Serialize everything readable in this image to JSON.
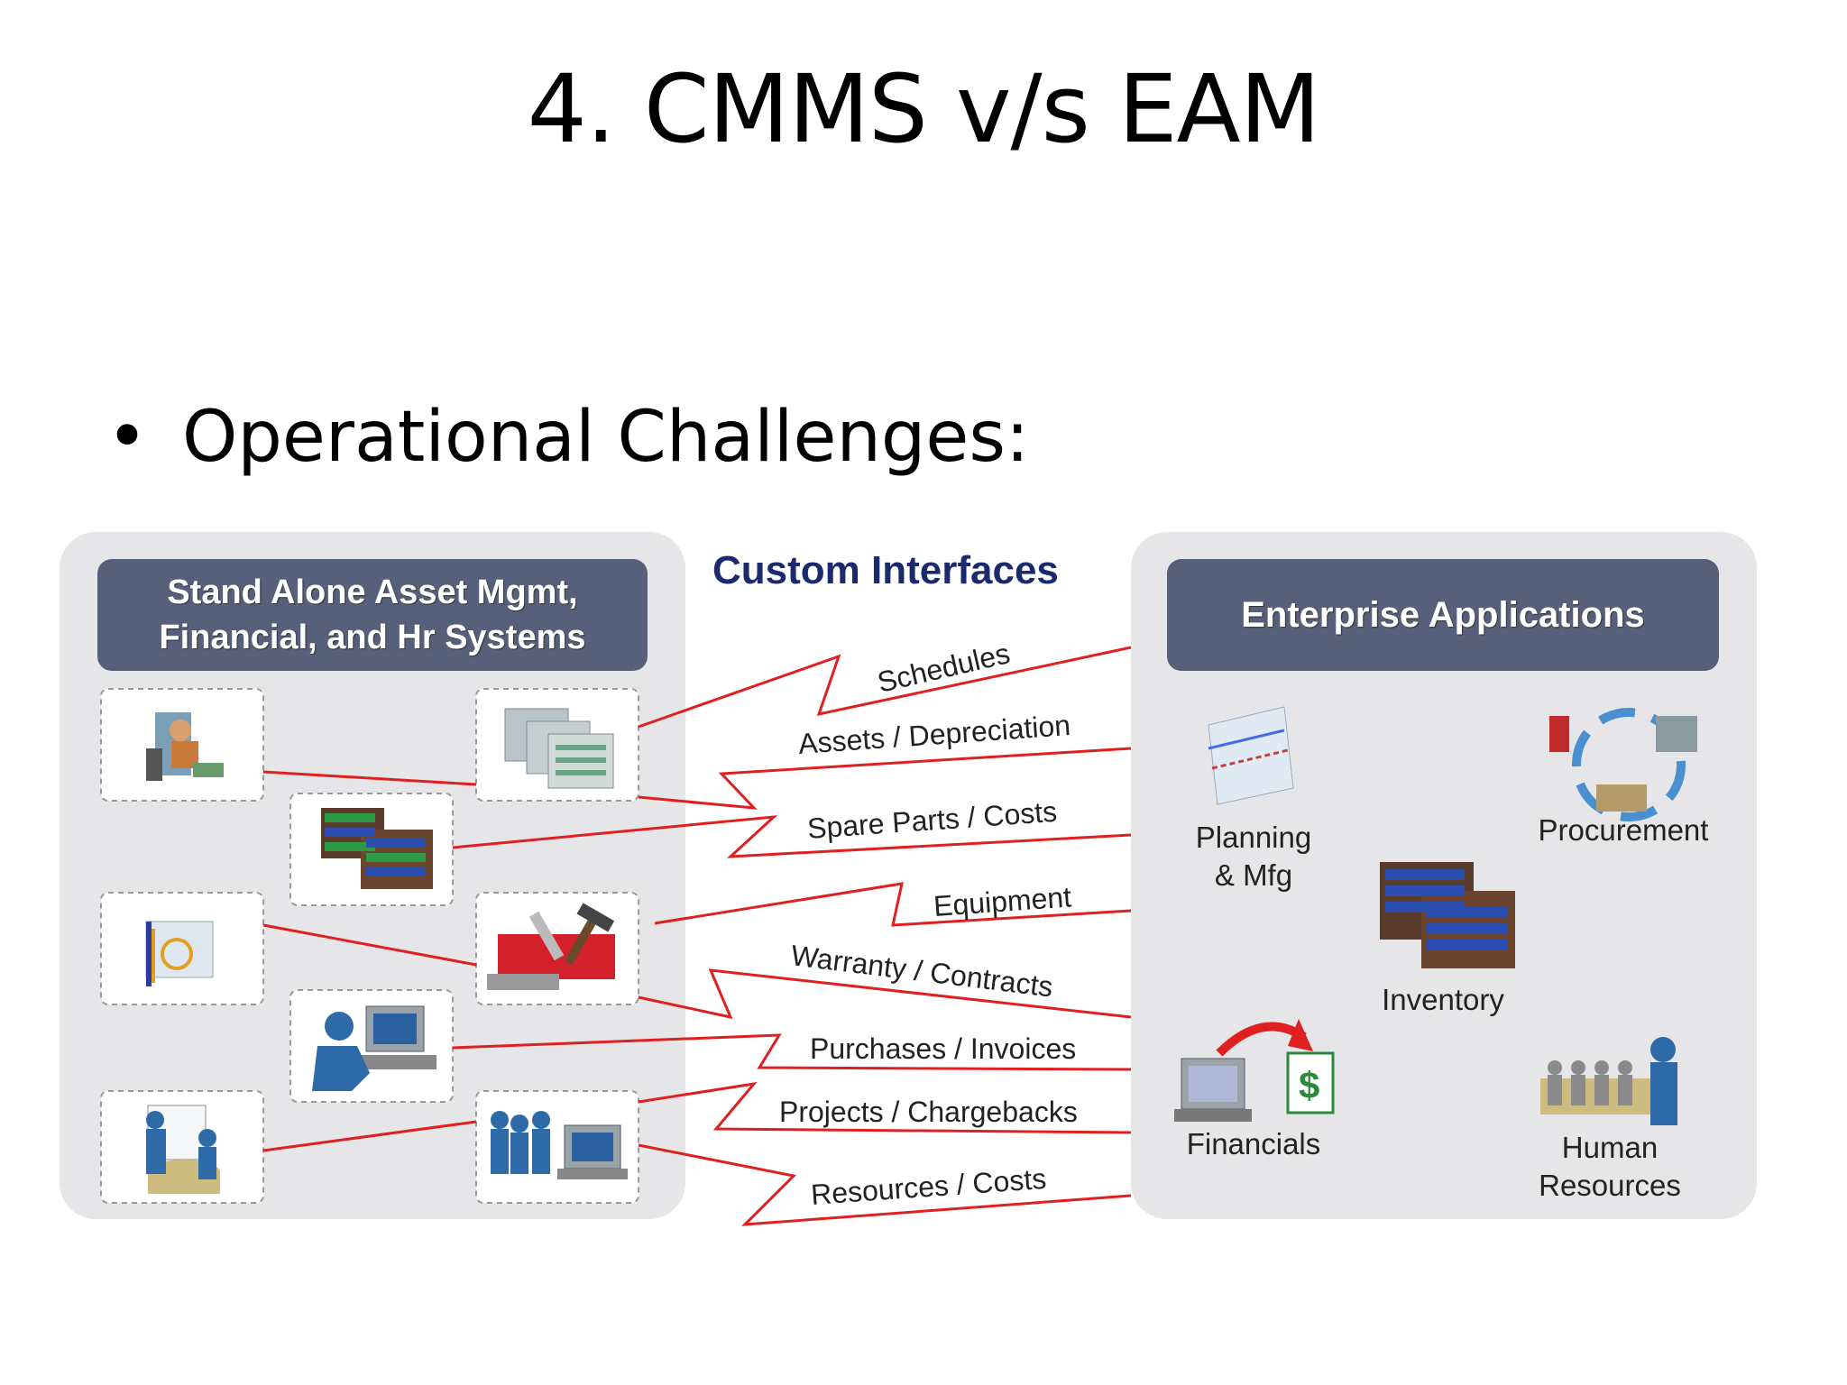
{
  "slide": {
    "title": "4. CMMS v/s EAM",
    "bullet": "Operational Challenges:"
  },
  "diagram": {
    "left_panel_title_line1": "Stand Alone Asset Mgmt,",
    "left_panel_title_line2": "Financial, and  Hr  Systems",
    "center_title": "Custom Interfaces",
    "right_panel_title": "Enterprise Applications",
    "interfaces": [
      "Schedules",
      "Assets / Depreciation",
      "Spare Parts / Costs",
      "Equipment",
      "Warranty / Contracts",
      "Purchases / Invoices",
      "Projects / Chargebacks",
      "Resources / Costs"
    ],
    "enterprise_apps": {
      "planning_line1": "Planning",
      "planning_line2": "& Mfg",
      "procurement": "Procurement",
      "inventory": "Inventory",
      "financials": "Financials",
      "hr_line1": "Human",
      "hr_line2": "Resources"
    },
    "colors": {
      "panel_bg": "#e6e6e8",
      "header_bg": "#56607a",
      "connector": "#e02020",
      "center_title": "#1a2a6c"
    }
  }
}
